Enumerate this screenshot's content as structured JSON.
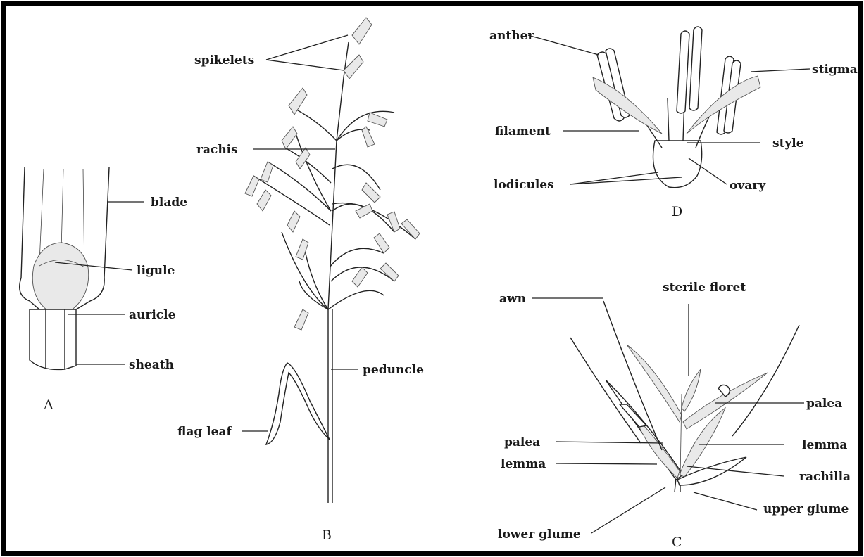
{
  "colors": {
    "frame": "#000000",
    "ink": "#222222",
    "background": "#ffffff"
  },
  "panels": {
    "A": {
      "letter": "A",
      "labels": {
        "blade": "blade",
        "ligule": "ligule",
        "auricle": "auricle",
        "sheath": "sheath"
      }
    },
    "B": {
      "letter": "B",
      "labels": {
        "spikelets": "spikelets",
        "rachis": "rachis",
        "peduncle": "peduncle",
        "flag_leaf": "flag leaf"
      }
    },
    "C": {
      "letter": "C",
      "labels": {
        "awn": "awn",
        "sterile_floret": "sterile floret",
        "palea_right": "palea",
        "palea_left": "palea",
        "lemma_right": "lemma",
        "lemma_left": "lemma",
        "rachilla": "rachilla",
        "lower_glume": "lower glume",
        "upper_glume": "upper glume"
      }
    },
    "D": {
      "letter": "D",
      "labels": {
        "anther": "anther",
        "stigma": "stigma",
        "filament": "filament",
        "style": "style",
        "lodicules": "lodicules",
        "ovary": "ovary"
      }
    }
  }
}
